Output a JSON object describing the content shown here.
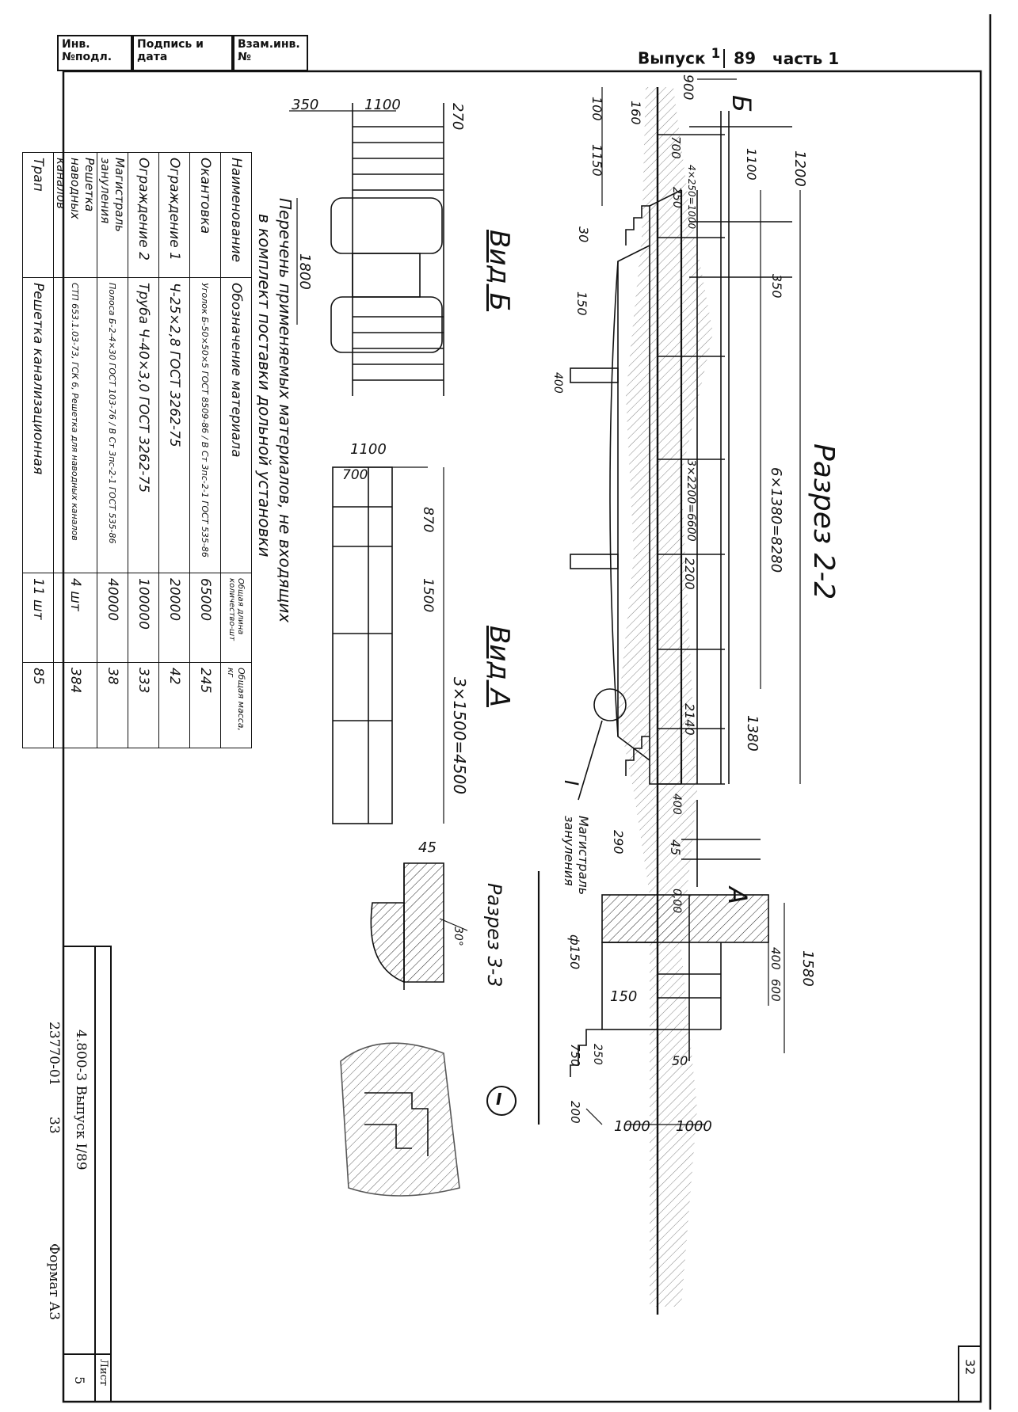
{
  "stamp": {
    "inv_podl": "Инв.№подл.",
    "podpis": "Подпись и дата",
    "vzam": "Взам.инв.№"
  },
  "header": {
    "vypusk_label": "Выпуск",
    "vypusk_num": "1",
    "vypusk_year": "89",
    "chast_label": "часть 1"
  },
  "sheet_number": "32",
  "titles": {
    "razrez_2_2": "Разрез 2-2",
    "vid_b": "Вид Б",
    "vid_a": "Вид А",
    "razrez_3_3": "Разрез 3-3",
    "node_1": "I",
    "section_b": "Б",
    "section_a": "А",
    "magistral": "Магистраль зануления",
    "leader_1": "I"
  },
  "dims": {
    "d900": "900",
    "d160": "160",
    "d100": "100",
    "d1150": "1150",
    "d700": "700",
    "d1100": "1100",
    "d1200": "1200",
    "d250": "250",
    "d4x250": "4×250=1000",
    "d30": "30",
    "d350": "350",
    "d150": "150",
    "d400a": "400",
    "d6x1380": "6×1380=8280",
    "d3x2200": "3×2200=6600",
    "d2200": "2200",
    "d2140": "2140",
    "d1380": "1380",
    "d400b": "400",
    "d290": "290",
    "d45": "45",
    "d000": "0,00",
    "d_phi150": "ф150",
    "d400c": "400",
    "d600": "600",
    "d1580": "1580",
    "d150b": "150",
    "d750": "750",
    "d250b": "250",
    "d50": "50",
    "d200": "200",
    "d1000a": "1000",
    "d1000b": "1000",
    "vb_350": "350",
    "vb_1100": "1100",
    "vb_270": "270",
    "vb_1800": "1800",
    "va_1100": "1100",
    "va_700": "700",
    "va_870": "870",
    "va_1500": "1500",
    "va_3x1500": "3×1500=4500",
    "r33_45": "45",
    "r33_30": "30°"
  },
  "materials": {
    "caption_line1": "Перечень применяемых материалов, не входящих",
    "caption_line2": "в комплект поставки дольной установки",
    "columns": [
      "Наименование",
      "Обозначение материала",
      "Общая длина количество-шт",
      "Общая масса, кг"
    ],
    "rows": [
      [
        "Окантовка",
        "Уголок Б-50×50×5 ГОСТ 8509-86 / В Ст 3пс-2-1 ГОСТ 535-86",
        "65000",
        "245"
      ],
      [
        "Ограждение 1",
        "Ч-25×2,8 ГОСТ 3262-75",
        "20000",
        "42"
      ],
      [
        "Ограждение 2",
        "Труба Ч-40×3,0 ГОСТ 3262-75",
        "100000",
        "333"
      ],
      [
        "Магистраль зануления",
        "Полоса Б-2-4×30 ГОСТ 103-76 / В Ст 3пс-2-1 ГОСТ 535-86",
        "40000",
        "38"
      ],
      [
        "Решетка наводных каналов",
        "СТП 653.1.03-73, ГСК 6, Решетка для наводных каналов",
        "4 шт",
        "384"
      ],
      [
        "Трап",
        "Решетка канализационная",
        "11 шт",
        "85"
      ]
    ]
  },
  "title_block": {
    "code": "4.800-3 Выпуск I/89",
    "list_label": "Лист",
    "list_num": "5",
    "inv": "23770-01",
    "inv_page": "33",
    "format": "Формат А3"
  }
}
